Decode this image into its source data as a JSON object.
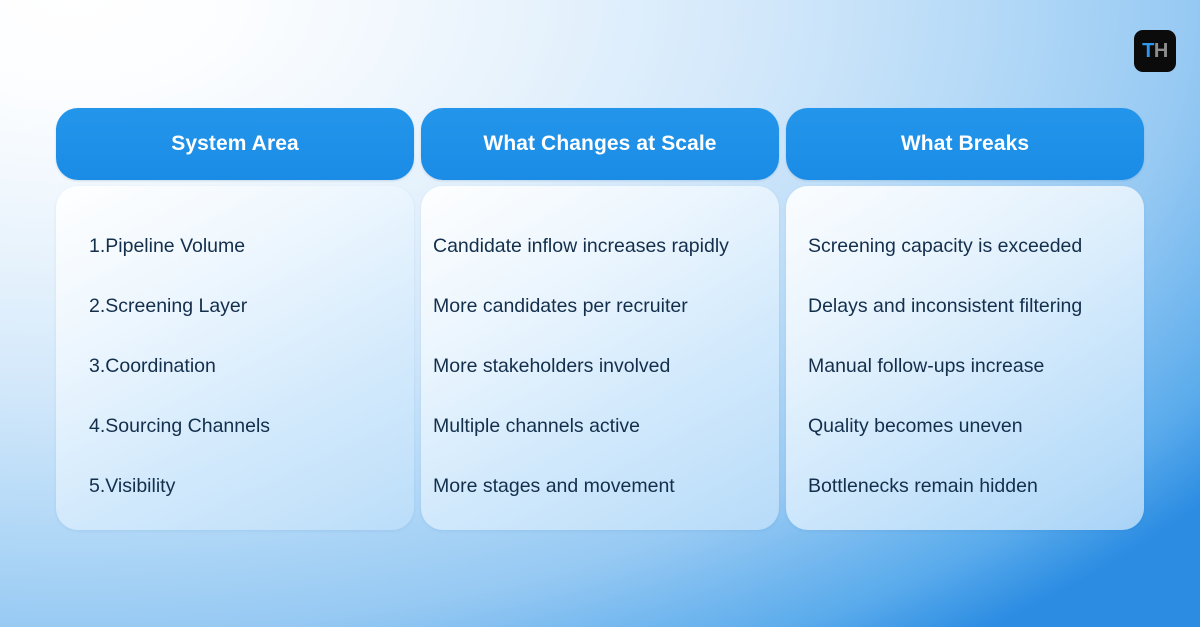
{
  "brand": {
    "logo_primary": "T",
    "logo_secondary": "H",
    "primary_color": "#2f96ef",
    "secondary_color": "#8d8d8d",
    "background_color": "#0b0b0b"
  },
  "theme": {
    "header_blue": "#1e90e8",
    "text_navy": "#132f4c",
    "card_light": "#eaf4fd",
    "page_gradient_start": "#ffffff",
    "page_gradient_end": "#2b8ce2"
  },
  "table": {
    "headers": [
      "System Area",
      "What Changes at Scale",
      "What Breaks"
    ],
    "columns": [
      [
        "1.Pipeline Volume",
        "2.Screening Layer",
        "3.Coordination",
        "4.Sourcing Channels",
        "5.Visibility"
      ],
      [
        "Candidate inflow increases rapidly",
        "More candidates per recruiter",
        "More stakeholders involved",
        "Multiple channels active",
        "More stages and movement"
      ],
      [
        "Screening capacity is exceeded",
        "Delays and inconsistent filtering",
        "Manual follow-ups increase",
        "Quality becomes uneven",
        "Bottlenecks remain hidden"
      ]
    ]
  }
}
